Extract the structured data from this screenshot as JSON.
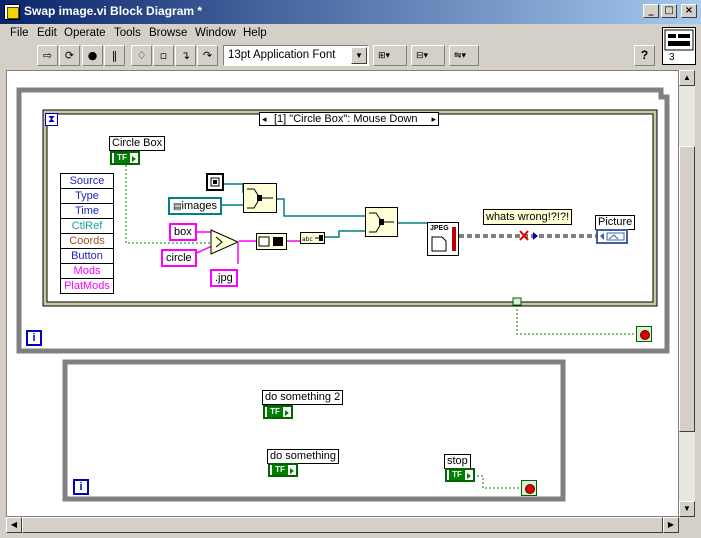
{
  "window": {
    "title": "Swap image.vi Block Diagram *",
    "minimize": "_",
    "maximize": "□",
    "close": "×"
  },
  "menu": [
    "File",
    "Edit",
    "Operate",
    "Tools",
    "Browse",
    "Window",
    "Help"
  ],
  "toolbar": {
    "font": "13pt Application Font",
    "help": "?"
  },
  "vi_icon": {
    "number": "3"
  },
  "diagram": {
    "event_case_selector": "[1] \"Circle   Box\": Mouse Down",
    "circle_box_label": "Circle   Box",
    "event_data": [
      "Source",
      "Type",
      "Time",
      "CtlRef",
      "Coords",
      "Button",
      "Mods",
      "PlatMods"
    ],
    "event_data_colors": [
      "#1f1fbf",
      "#1f1fbf",
      "#1f1fbf",
      "#1aa0a0",
      "#a05020",
      "#1f1fbf",
      "#ff00ff",
      "#ff00ff"
    ],
    "const_images": "images",
    "const_box": "box",
    "const_circle": "circle",
    "const_jpg": ".jpg",
    "jpeg_label": "JPEG",
    "whats_wrong": "whats wrong!?!?!",
    "picture_label": "Picture",
    "loop_index": "i",
    "timeout_glyph": "⧗",
    "do_something_2": "do something 2",
    "do_something": "do something",
    "stop_label": "stop",
    "loop2_index": "i"
  }
}
